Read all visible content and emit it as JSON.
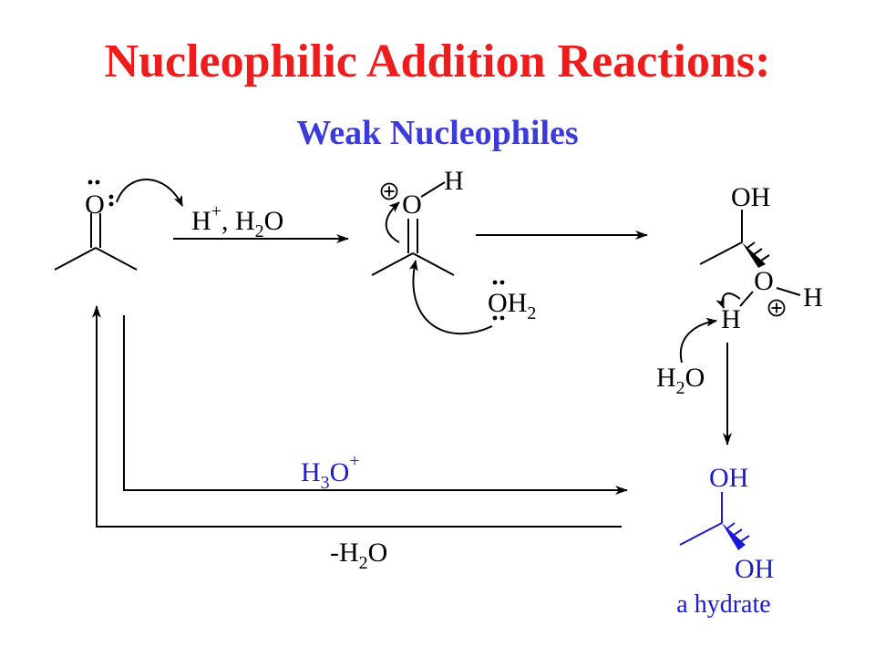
{
  "title": "Nucleophilic Addition Reactions:",
  "subtitle": "Weak Nucleophiles",
  "colors": {
    "title": "#ee1c1c",
    "subtitle": "#3b3bd9",
    "blue": "#1a1ad6",
    "ink": "#000000"
  },
  "reagents": {
    "protonation": {
      "h": "H",
      "plus": "+",
      "comma_water": ", H",
      "water_sub": "2",
      "water_o": "O"
    },
    "hydronium": {
      "h": "H",
      "sub": "3",
      "o": "O",
      "plus": "+"
    },
    "dehydration": {
      "prefix": "-H",
      "sub": "2",
      "o": "O"
    }
  },
  "atoms": {
    "ketone_o": "O",
    "oxonium_o": "O",
    "oxonium_h": "H",
    "plus_charge": "+",
    "water_nuc_o": "O",
    "water_nuc_h": "H",
    "water_nuc_sub": "2",
    "int_oh_o": "O",
    "int_oh_h": "H",
    "int_o": "O",
    "int_h_right": "H",
    "int_h_left": "H",
    "base_water_h": "H",
    "base_water_sub": "2",
    "base_water_o": "O",
    "hydrate_oh1_o": "O",
    "hydrate_oh1_h": "H",
    "hydrate_oh2_o": "O",
    "hydrate_oh2_h": "H"
  },
  "product_label": "a hydrate"
}
